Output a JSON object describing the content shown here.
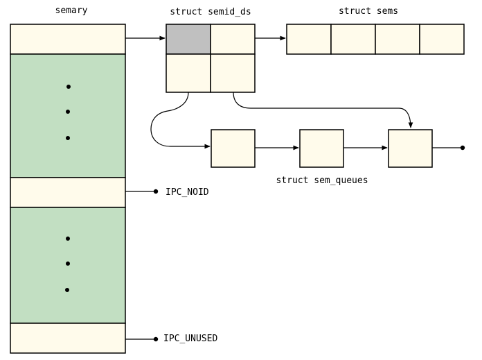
{
  "labels": {
    "semary": "semary",
    "semid_ds": "struct semid_ds",
    "sems": "struct sems",
    "sem_queues": "struct sem_queues",
    "ipc_noid": "IPC_NOID",
    "ipc_unused": "IPC_UNUSED"
  },
  "colors": {
    "cell": "#fffbeb",
    "used_region": "#c2dfc2",
    "highlight_cell": "#c0c0c0"
  }
}
